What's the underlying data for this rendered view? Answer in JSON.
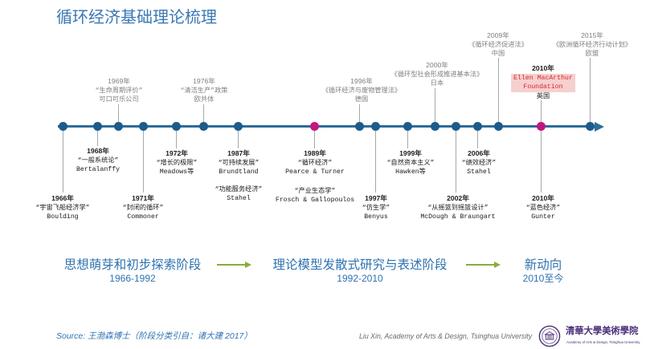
{
  "slide": {
    "title": "循环经济基础理论梳理"
  },
  "colors": {
    "title": "#3a78b5",
    "timeline": "#2d6d99",
    "dot": "#1d5b8b",
    "highlight_dot": "#c1177f",
    "phase": "#2f72b0",
    "arrow": "#86ad3a",
    "emphasis_text": "#d9262c",
    "emphasis_bg": "#f6cfcf",
    "source": "#2e74b5",
    "logo": "#4b2f7a"
  },
  "timeline": {
    "above": [
      {
        "year": "1969年",
        "item": "“生命周期评价”",
        "actor": "可口可乐公司"
      },
      {
        "year": "1976年",
        "item": "“清洁生产”政策",
        "actor": "欧共体"
      },
      {
        "year": "1996年",
        "item": "《循环经济与废物管理法》",
        "actor": "德国"
      },
      {
        "year": "2000年",
        "item": "《循环型社会形成推进基本法》",
        "actor": "日本"
      },
      {
        "year": "2009年",
        "item": "《循环经济促进法》",
        "actor": "中国"
      },
      {
        "year": "2010年",
        "item": "Ellen MacArthur",
        "item2": "Foundation",
        "actor": "英国"
      },
      {
        "year": "2015年",
        "item": "《欧洲循环经济行动计划》",
        "actor": "欧盟"
      }
    ],
    "below": [
      {
        "year": "1966年",
        "item": "“宇宙飞船经济学”",
        "actor": "Boulding"
      },
      {
        "year": "1968年",
        "item": "“一般系统论”",
        "actor": "Bertalanffy"
      },
      {
        "year": "1971年",
        "item": "“封闭的循环”",
        "actor": "Commoner"
      },
      {
        "year": "1972年",
        "item": "“增长的极限”",
        "actor": "Meadows等"
      },
      {
        "year": "1987年",
        "item": "“可持续发展”",
        "actor": "Brundtland",
        "item2": "“功能服务经济”",
        "actor2": "Stahel"
      },
      {
        "year": "1989年",
        "item": "“循环经济”",
        "actor": "Pearce & Turner",
        "item2": "“产业生态学”",
        "actor2": "Frosch & Gallopoulos"
      },
      {
        "year": "1997年",
        "item": "“仿生学”",
        "actor": "Benyus"
      },
      {
        "year": "1999年",
        "item": "“自然资本主义”",
        "actor": "Hawken等"
      },
      {
        "year": "2002年",
        "item": "“从摇篮到摇篮设计”",
        "actor": "McDough & Braungart"
      },
      {
        "year": "2006年",
        "item": "“绩效经济”",
        "actor": "Stahel"
      },
      {
        "year": "2010年",
        "item": "“蓝色经济”",
        "actor": "Gunter"
      }
    ]
  },
  "phases": [
    {
      "name": "思想萌芽和初步探索阶段",
      "period": "1966-1992"
    },
    {
      "name": "理论模型发散式研究与表述阶段",
      "period": "1992-2010"
    },
    {
      "name": "新动向",
      "period": "2010至今"
    }
  ],
  "footer": {
    "source_label": "Source:",
    "source_text": "王渤森博士（阶段分类引自：诸大建 2017）",
    "credit": "Liu Xin, Academy of Arts & Design, Tsinghua University",
    "logo_cn": "清華大學美術學院",
    "logo_en": "Academy of Arts & Design, Tsinghua University",
    "logo_icon": "university-seal-icon"
  }
}
